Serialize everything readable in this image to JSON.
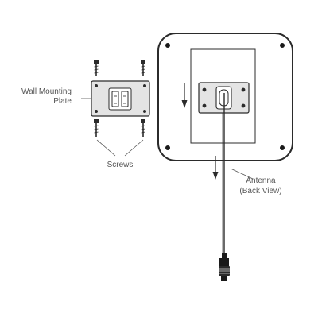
{
  "labels": {
    "wall_plate_line1": "Wall Mounting",
    "wall_plate_line2": "Plate",
    "screws": "Screws",
    "antenna_line1": "Antenna",
    "antenna_line2": "(Back View)"
  },
  "colors": {
    "line": "#2b2b2b",
    "text": "#555555",
    "plate_fill": "#e4e4e4",
    "panel_fill": "#ffffff",
    "dark": "#1a1a1a"
  }
}
